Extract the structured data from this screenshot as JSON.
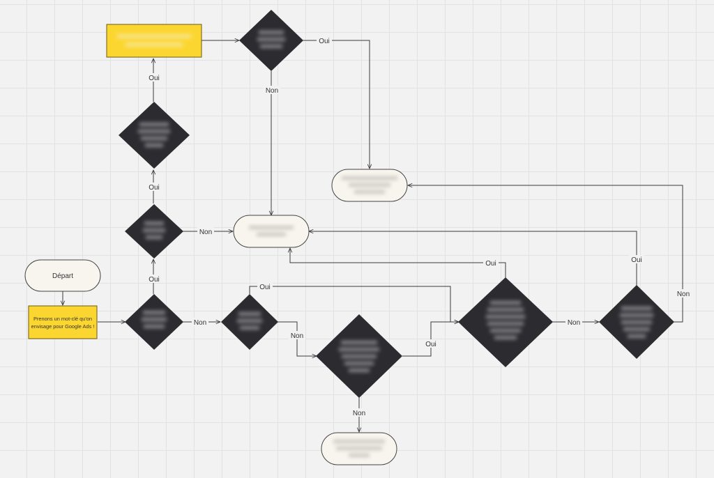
{
  "nodes": {
    "start": {
      "label": "Départ"
    },
    "first_step": {
      "label_line1": "Prenons un mot-clé qu'on",
      "label_line2": "envisage pour Google Ads !"
    }
  },
  "edge_labels": {
    "oui": "Oui",
    "non": "Non"
  },
  "colors": {
    "background": "#f2f2f2",
    "grid": "#e2e2e2",
    "decision": "#2b2b30",
    "terminal_fill": "#f8f5ef",
    "process_fill": "#fcd630",
    "connector": "#3a3a3a"
  },
  "hidden_content": "blurred"
}
